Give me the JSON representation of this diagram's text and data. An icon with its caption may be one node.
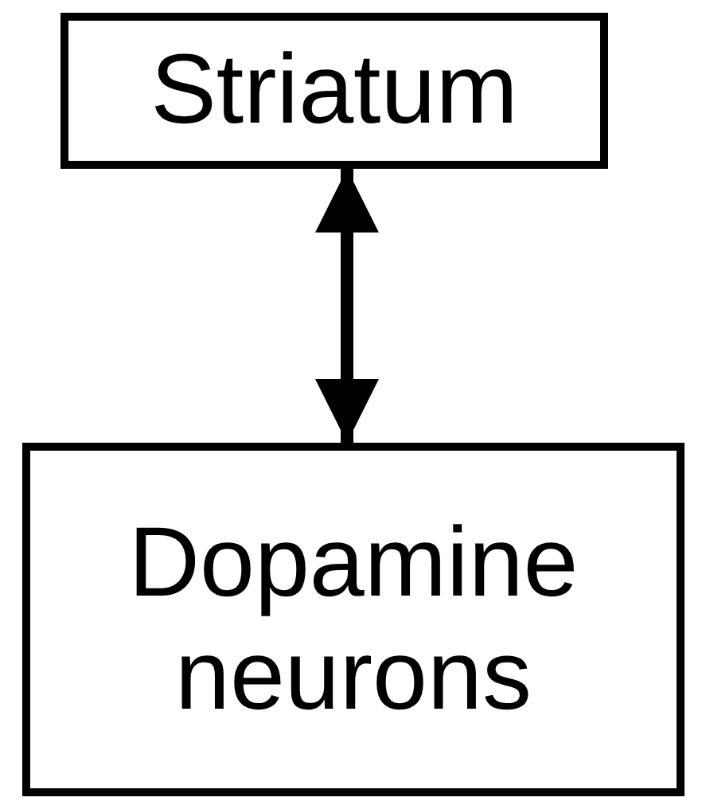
{
  "diagram": {
    "nodes": [
      {
        "text": [
          "Striatum"
        ]
      },
      {
        "text": [
          "Dopamine neurons"
        ]
      }
    ],
    "edges": [
      {
        "from": 0,
        "to": 1,
        "arrow": "both"
      }
    ]
  }
}
